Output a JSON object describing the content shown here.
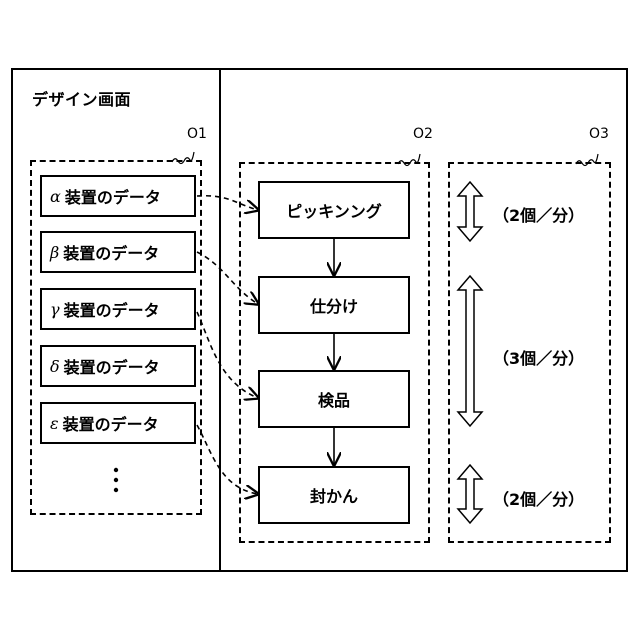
{
  "title": "デザイン画面",
  "groups": {
    "o1": {
      "ref": "O1"
    },
    "o2": {
      "ref": "O2"
    },
    "o3": {
      "ref": "O3"
    }
  },
  "devices": [
    {
      "greek": "α",
      "label": "装置のデータ"
    },
    {
      "greek": "β",
      "label": "装置のデータ"
    },
    {
      "greek": "γ",
      "label": "装置のデータ"
    },
    {
      "greek": "δ",
      "label": "装置のデータ"
    },
    {
      "greek": "ε",
      "label": "装置のデータ"
    }
  ],
  "ellipsis": "⋮",
  "processes": [
    "ピッキンング",
    "仕分け",
    "検品",
    "封かん"
  ],
  "rates": [
    "（2個／分）",
    "（3個／分）",
    "（2個／分）"
  ]
}
